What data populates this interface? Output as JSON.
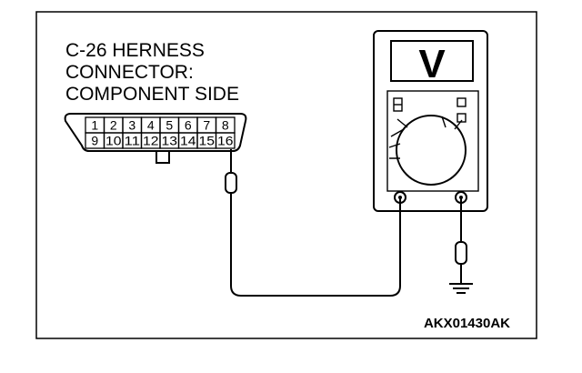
{
  "caption": {
    "lines": [
      "C-26 HERNESS",
      "CONNECTOR:",
      "COMPONENT SIDE"
    ]
  },
  "connector": {
    "top_pins": [
      "1",
      "2",
      "3",
      "4",
      "5",
      "6",
      "7",
      "8"
    ],
    "bottom_pins": [
      "9",
      "10",
      "11",
      "12",
      "13",
      "14",
      "15",
      "16"
    ],
    "probed_pin": "16"
  },
  "meter": {
    "display_symbol": "V"
  },
  "figure_code": "AKX01430AK"
}
